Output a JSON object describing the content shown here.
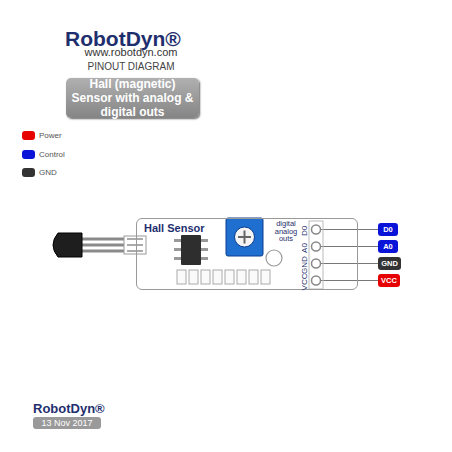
{
  "diagram": {
    "title": "Hall (magnetic) Sensor with analog & digital outs",
    "nodes": [
      {
        "text": [
          "Hall Sensor",
          "digital analog outs",
          "VCC",
          "GND",
          "A0",
          "D0"
        ]
      },
      {
        "text": [
          "D0"
        ]
      },
      {
        "text": [
          "A0"
        ]
      },
      {
        "text": [
          "GND"
        ]
      },
      {
        "text": [
          "VCC"
        ]
      },
      {
        "text": [
          "13 Nov 2017"
        ]
      }
    ],
    "edges": [
      {
        "from": 0,
        "to": 1,
        "arrow": "none"
      },
      {
        "from": 0,
        "to": 2,
        "arrow": "none"
      },
      {
        "from": 0,
        "to": 3,
        "arrow": "none"
      },
      {
        "from": 0,
        "to": 4,
        "arrow": "none"
      }
    ],
    "labels": [
      "RobotDyn®",
      "www.robotdyn.com",
      "PINOUT DIAGRAM",
      "RobotDyn®"
    ],
    "legend": [
      {
        "text": "Power",
        "color": "#e60000"
      },
      {
        "text": "Control",
        "color": "#0a14d8"
      },
      {
        "text": "GND",
        "color": "#333333"
      }
    ]
  }
}
